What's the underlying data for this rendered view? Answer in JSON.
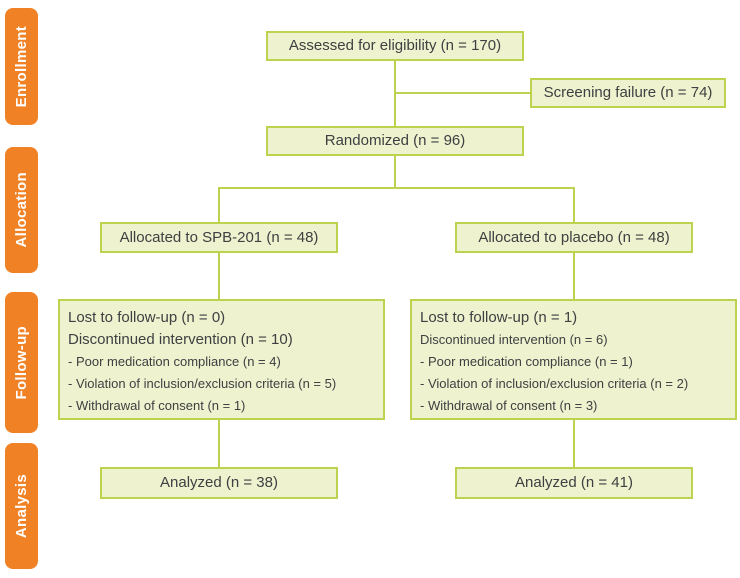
{
  "palette": {
    "sidebar_orange": "#f08124",
    "box_fill": "#eef2ce",
    "box_border": "#bdd24f",
    "line": "#bdd24f",
    "text": "#3e4042",
    "sidebar_text": "#ffffff"
  },
  "sidebar": {
    "labels": [
      "Enrollment",
      "Allocation",
      "Follow-up",
      "Analysis"
    ]
  },
  "flow": {
    "assessed": "Assessed for eligibility (n = 170)",
    "screening_failure": "Screening failure (n = 74)",
    "randomized": "Randomized (n = 96)",
    "allocated_spb201": "Allocated to SPB-201 (n = 48)",
    "allocated_placebo": "Allocated to placebo (n = 48)",
    "followup_spb201": {
      "lines": [
        "Lost to follow-up (n = 0)",
        "Discontinued intervention (n = 10)",
        "- Poor medication compliance (n = 4)",
        "- Violation of inclusion/exclusion criteria (n = 5)",
        "- Withdrawal of consent (n = 1)"
      ]
    },
    "followup_placebo": {
      "lines": [
        "Lost to follow-up (n = 1)",
        "Discontinued intervention (n = 6)",
        "- Poor medication compliance (n = 1)",
        "- Violation of inclusion/exclusion criteria (n = 2)",
        "- Withdrawal of consent (n = 3)"
      ]
    },
    "analyzed_spb201": "Analyzed (n = 38)",
    "analyzed_placebo": "Analyzed (n = 41)"
  }
}
